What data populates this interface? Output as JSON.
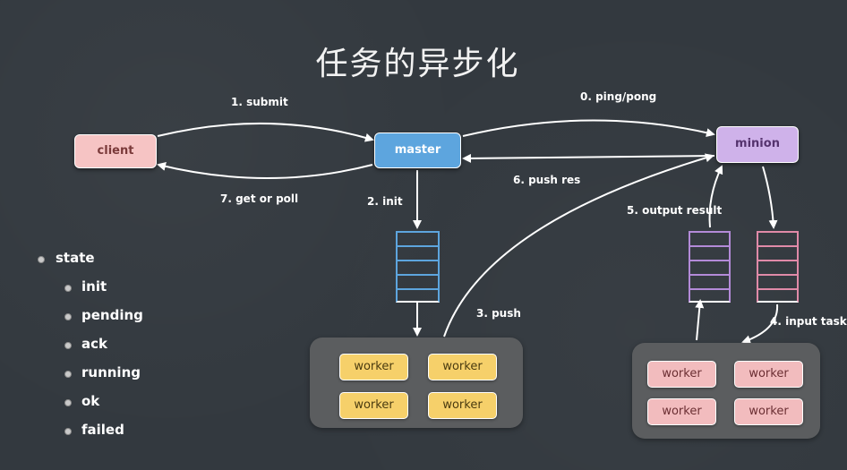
{
  "title": "任务的异步化",
  "nodes": {
    "client": "client",
    "master": "master",
    "minion": "minion"
  },
  "edges": {
    "submit": "1. submit",
    "get_or_poll": "7. get or poll",
    "init": "2. init",
    "push": "3. push",
    "ping_pong": "0. ping/pong",
    "push_res": "6. push res",
    "output_result": "5. output result",
    "input_task": "4. input task"
  },
  "master_pool": {
    "workers": [
      "worker",
      "worker",
      "worker",
      "worker"
    ]
  },
  "minion_pool": {
    "workers": [
      "worker",
      "worker",
      "worker",
      "worker"
    ]
  },
  "states": {
    "heading": "state",
    "items": [
      "init",
      "pending",
      "ack",
      "running",
      "ok",
      "failed"
    ]
  },
  "colors": {
    "background": "#33393f",
    "client": "#f6c4c4",
    "master": "#5da5de",
    "minion": "#cfb2ea",
    "worker_master": "#f6d06a",
    "worker_minion": "#f2bcbe"
  }
}
